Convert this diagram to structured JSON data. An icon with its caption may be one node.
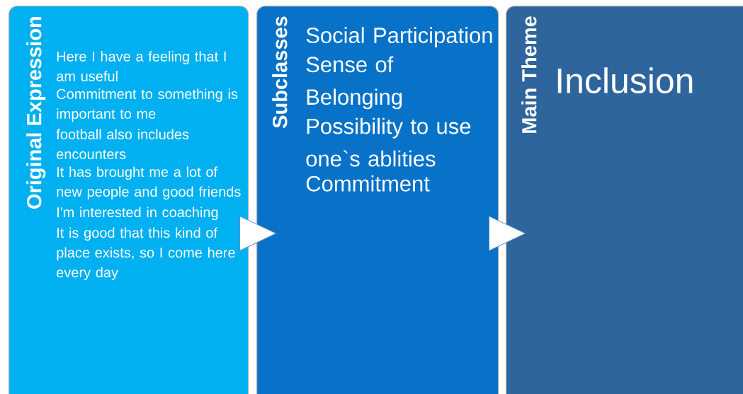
{
  "diagram": {
    "nodes": [
      {
        "text": [
          "Original Expression",
          "Here I have a feeling that I am useful",
          "Commitment to something is important to me",
          "football also includes encounters",
          "It has brought me a lot of new people and good friends",
          "I'm interested in coaching",
          "It is good that this kind of place exists, so I come here every day"
        ]
      },
      {
        "text": [
          "Subclasses",
          "Social Participation",
          "Sense of Belonging",
          "Possibility to use one`s ablities",
          "Commitment"
        ]
      },
      {
        "text": [
          "Main Theme",
          "Inclusion"
        ]
      }
    ],
    "edges": [
      {
        "from": 0,
        "to": 1,
        "arrow": "to"
      },
      {
        "from": 1,
        "to": 2,
        "arrow": "to"
      }
    ]
  }
}
